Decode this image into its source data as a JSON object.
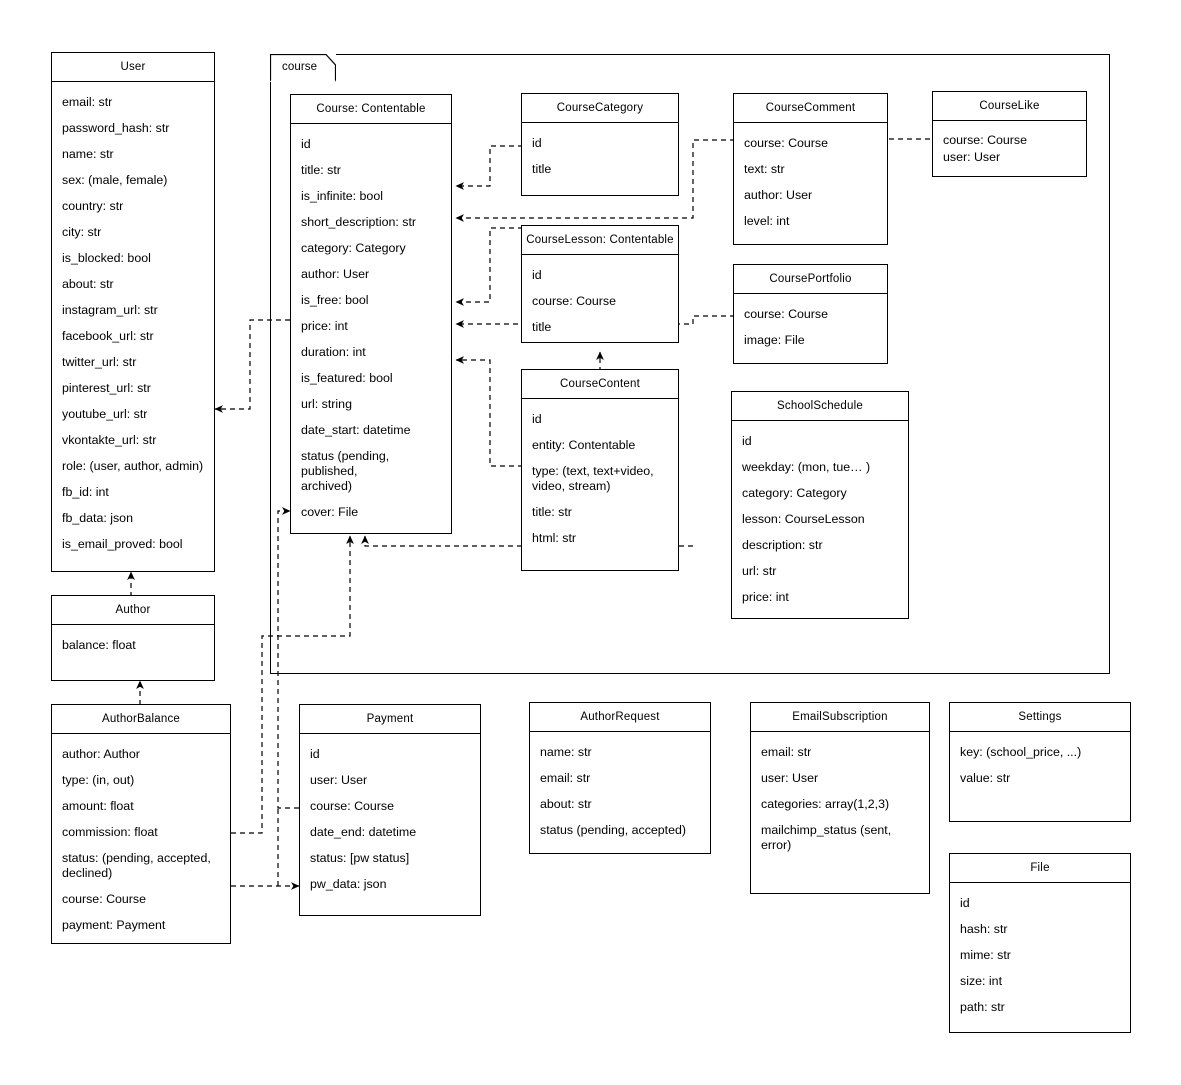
{
  "diagram": {
    "type": "uml-class-diagram",
    "package": {
      "label": "course"
    }
  },
  "classes": {
    "user": {
      "title": "User",
      "attrs": [
        "email: str",
        "password_hash: str",
        "name: str",
        "sex: (male, female)",
        "country: str",
        "city: str",
        "is_blocked: bool",
        "about: str",
        "instagram_url: str",
        "facebook_url: str",
        "twitter_url: str",
        "pinterest_url: str",
        "youtube_url: str",
        "vkontakte_url: str",
        "role: (user, author, admin)",
        "fb_id: int",
        "fb_data: json",
        "is_email_proved: bool"
      ]
    },
    "author": {
      "title": "Author",
      "attrs": [
        "balance: float"
      ]
    },
    "author_balance": {
      "title": "AuthorBalance",
      "attrs": [
        "author: Author",
        "type: (in, out)",
        "amount: float",
        "commission: float",
        "status: (pending, accepted,\ndeclined)",
        "course: Course",
        "payment: Payment"
      ]
    },
    "course": {
      "title": "Course: Contentable",
      "attrs": [
        "id",
        "title: str",
        "is_infinite: bool",
        "short_description: str",
        "category: Category",
        "author: User",
        "is_free: bool",
        "price: int",
        "duration: int",
        "is_featured: bool",
        "url: string",
        "date_start: datetime",
        "status (pending, published,\narchived)",
        "cover: File"
      ]
    },
    "course_category": {
      "title": "CourseCategory",
      "attrs": [
        "id",
        "title"
      ]
    },
    "course_lesson": {
      "title": "CourseLesson: Contentable",
      "attrs": [
        "id",
        "course: Course",
        "title"
      ]
    },
    "course_content": {
      "title": "CourseContent",
      "attrs": [
        "id",
        "entity: Contentable",
        "type: (text, text+video,\nvideo, stream)",
        "title: str",
        "html: str"
      ]
    },
    "course_comment": {
      "title": "CourseComment",
      "attrs": [
        "course: Course",
        "text: str",
        "author: User",
        "level: int"
      ]
    },
    "course_like": {
      "title": "CourseLike",
      "attrs": [
        "course: Course",
        "user: User"
      ]
    },
    "course_portfolio": {
      "title": "CoursePortfolio",
      "attrs": [
        "course: Course",
        "image: File"
      ]
    },
    "school_schedule": {
      "title": "SchoolSchedule",
      "attrs": [
        "id",
        "weekday: (mon, tue… )",
        "category: Category",
        "lesson: CourseLesson",
        "description: str",
        "url: str",
        "price: int"
      ]
    },
    "payment": {
      "title": "Payment",
      "attrs": [
        "id",
        "user: User",
        "course: Course",
        "date_end: datetime",
        "status: [pw status]",
        "pw_data: json"
      ]
    },
    "author_request": {
      "title": "AuthorRequest",
      "attrs": [
        "name: str",
        "email: str",
        "about: str",
        "status (pending, accepted)"
      ]
    },
    "email_subscription": {
      "title": "EmailSubscription",
      "attrs": [
        "email: str",
        "user: User",
        "categories: array(1,2,3)",
        "mailchimp_status (sent, error)"
      ]
    },
    "settings": {
      "title": "Settings",
      "attrs": [
        "key: (school_price, ...)",
        "value: str"
      ]
    },
    "file": {
      "title": "File",
      "attrs": [
        "id",
        "hash: str",
        "mime: str",
        "size: int",
        "path: str"
      ]
    }
  },
  "colors": {
    "stroke": "#000000",
    "background": "#ffffff"
  }
}
